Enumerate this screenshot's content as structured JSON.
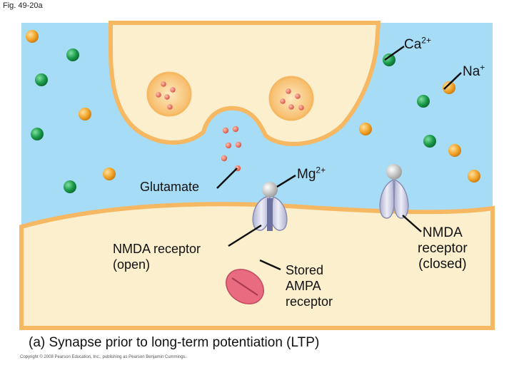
{
  "figure_label": "Fig. 49-20a",
  "labels": {
    "ca_base": "Ca",
    "ca_sup": "2+",
    "na_base": "Na",
    "na_sup": "+",
    "mg_base": "Mg",
    "mg_sup": "2+",
    "glutamate": "Glutamate",
    "nmda_open": "NMDA receptor\n(open)",
    "stored_ampa": "Stored\nAMPA\nreceptor",
    "nmda_closed": "NMDA\nreceptor\n(closed)"
  },
  "caption": "(a) Synapse prior to long-term potentiation (LTP)",
  "copyright": "Copyright © 2008 Pearson Education, Inc., publishing as Pearson Benjamin Cummings.",
  "colors": {
    "extracellular": "#a7dcf6",
    "cytoplasm": "#fcefcd",
    "membrane": "#f6b862",
    "calcium_ion": "#1a9a4a",
    "sodium_ion": "#f2a52a",
    "glutamate": "#e2675a",
    "mg_ion": "#bbbbbb",
    "receptor": "#cfcfe3",
    "ampa": "#e86b80"
  }
}
